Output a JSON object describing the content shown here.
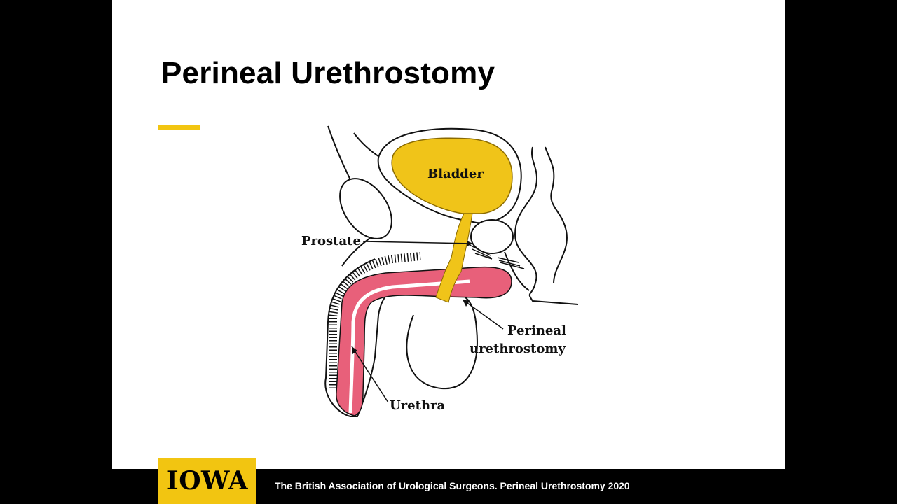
{
  "slide": {
    "title": "Perineal Urethrostomy"
  },
  "diagram": {
    "labels": {
      "bladder": "Bladder",
      "prostate": "Prostate",
      "perineal_line1": "Perineal",
      "perineal_line2": "urethrostomy",
      "urethra": "Urethra"
    }
  },
  "footer": {
    "logo": "IOWA",
    "citation": "The British Association of Urological Surgeons. Perineal Urethrostomy 2020"
  },
  "colors": {
    "accent_gold": "#f2c511",
    "urine_yellow": "#f0c419",
    "tissue_pink": "#e8607a",
    "background": "#000000",
    "slide": "#ffffff"
  }
}
